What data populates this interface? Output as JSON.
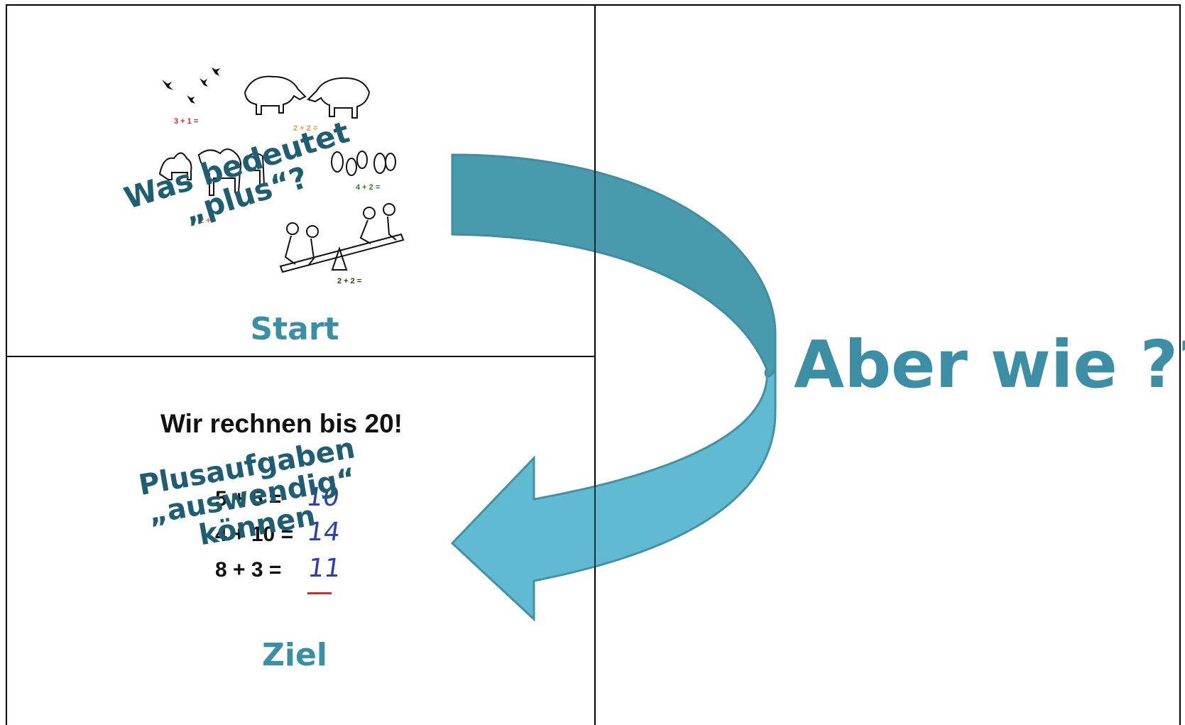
{
  "start_panel": {
    "label": "Start",
    "worksheet_equations": [
      {
        "text": "3 + 1 =",
        "color": "#d22b2b"
      },
      {
        "text": "2 + 2 =",
        "color": "#f29a3a"
      },
      {
        "text": "4 + 2 =",
        "color": "#2e7d32"
      },
      {
        "text": "2 + ",
        "color": "#e0603a"
      },
      {
        "text": "2 + 2 =",
        "color": "#3a3a1a"
      }
    ],
    "overlay_question": [
      "Was bedeutet",
      "„plus“?"
    ]
  },
  "goal_panel": {
    "label": "Ziel",
    "worksheet_title": "Wir rechnen bis 20!",
    "equations": [
      {
        "problem": "5 + 5 =",
        "answer": "10"
      },
      {
        "problem": "4 + 10 =",
        "answer": "14"
      },
      {
        "problem": "8 + 3 =",
        "answer": "11"
      }
    ],
    "overlay_goal": [
      "Plusaufgaben",
      "„auswendig“",
      "können"
    ]
  },
  "right_panel": {
    "label": "Aber wie ??"
  },
  "colors": {
    "arrow_dark": "#4a9aae",
    "arrow_light": "#5bb8d1",
    "label_teal": "#3c8ea4",
    "overlay_teal": "#1f5e72",
    "answer_blue": "#2b3fb0",
    "underline_red": "#d22b2b"
  },
  "icons": [
    "birds-icon",
    "rhino-icon",
    "camel-icon",
    "penguin-icon",
    "seesaw-children-icon",
    "curved-arrow-icon"
  ]
}
